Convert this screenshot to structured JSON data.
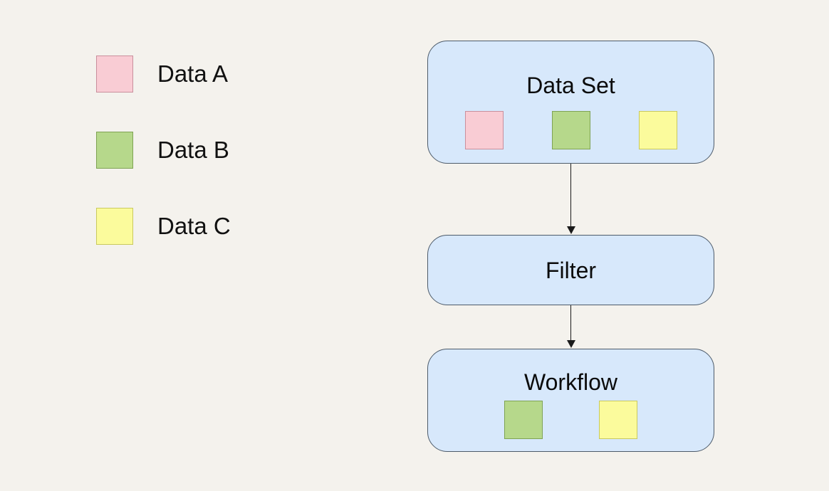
{
  "colors": {
    "background": "#f4f2ed",
    "node_fill": "#d7e8fb",
    "node_border": "#4d5b6a",
    "data_a": "#f9ccd4",
    "data_a_border": "#c98f9c",
    "data_b": "#b6d88b",
    "data_b_border": "#7fa353",
    "data_c": "#fbfb9c",
    "data_c_border": "#c9c95e",
    "arrow": "#1a1a1a"
  },
  "legend": {
    "items": [
      {
        "label": "Data A",
        "color": "#f9ccd4"
      },
      {
        "label": "Data B",
        "color": "#b6d88b"
      },
      {
        "label": "Data C",
        "color": "#fbfb9c"
      }
    ]
  },
  "flowchart": {
    "nodes": [
      {
        "title": "Data Set",
        "squares": [
          "Data A",
          "Data B",
          "Data C"
        ]
      },
      {
        "title": "Filter",
        "squares": []
      },
      {
        "title": "Workflow",
        "squares": [
          "Data B",
          "Data C"
        ]
      }
    ]
  }
}
